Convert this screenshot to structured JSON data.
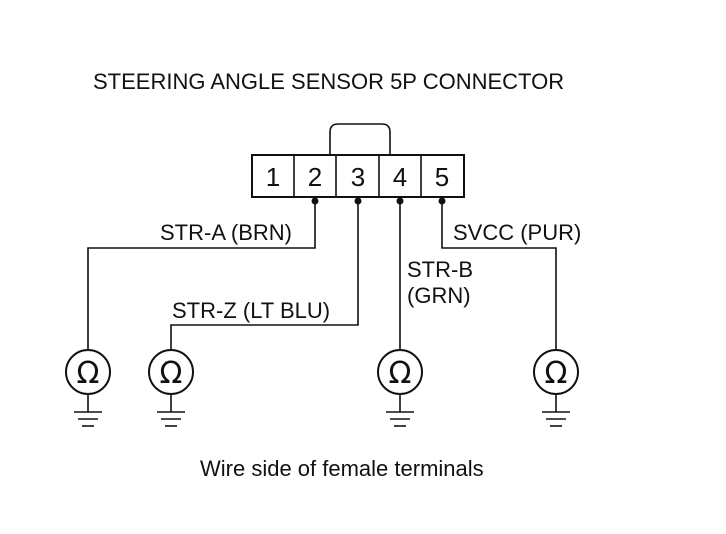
{
  "title": "STEERING ANGLE SENSOR 5P CONNECTOR",
  "footer": "Wire side of female terminals",
  "connector": {
    "pins": [
      "1",
      "2",
      "3",
      "4",
      "5"
    ]
  },
  "wires": {
    "str_a": "STR-A (BRN)",
    "str_z": "STR-Z (LT BLU)",
    "str_b_line1": "STR-B",
    "str_b_line2": "(GRN)",
    "svcc": "SVCC (PUR)"
  },
  "meter_symbol": "Ω",
  "icons": [
    "ohmmeter-icon",
    "ground-icon"
  ]
}
